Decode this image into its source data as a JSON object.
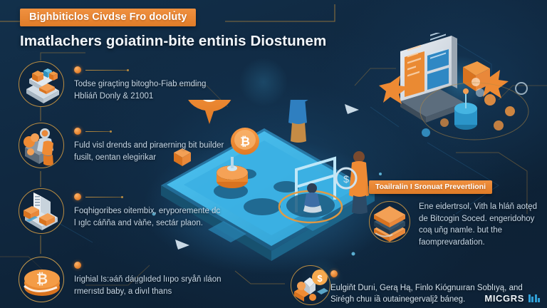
{
  "header": {
    "badge": "Bighbiticlos Civdse Fro doolu̇ty",
    "title": "Imatlachers goiatinn-bite entinis Diostunem"
  },
  "features": [
    {
      "icon": "warehouse-shelf-icon",
      "text": "Todse giraçting bitogho-Fiab emding Hbliáň Donly & 21001"
    },
    {
      "icon": "miner-worker-icon",
      "text": "Fuld visl drends and piraerning bit builder fusilt, oentan elegirikar"
    },
    {
      "icon": "server-rack-icon",
      "text": "Foqhigoribes oitembix, eryporemente dc l ıglc cáňňa and vàňe, sectár plaon."
    },
    {
      "icon": "bitcoin-coin-stack-icon",
      "text": "Irighial Is:əáň dáṳglıded lııpo sryåň ıláon rmerıstd baby, a divıl thans"
    }
  ],
  "right_panel": {
    "badge": "Toailralin I Sronuat Prevertlioni",
    "icon": "stacked-servers-icon",
    "text": "Ene eidertrsol, Vith la hláň aotęd de Bitcogin Soced. engeridohoy coą uňg namle. but the faomprevardation."
  },
  "bottom_item": {
    "icon": "coins-dollar-bag-icon",
    "text": "Eulgiňt Durıi, Gerą Hą, Finlo Kiógnuıran Soblıyą, and Sirégh chuı iầ outaineɡervaljẑ báneɡ."
  },
  "logo": {
    "text": "MICGRS",
    "mark": "bars-mark-icon"
  },
  "colors": {
    "background": "#10273d",
    "accent_orange": "#e07c28",
    "accent_cyan": "#35a8dd",
    "line_gold": "#b98c42",
    "text_light": "#c6d6e4"
  }
}
